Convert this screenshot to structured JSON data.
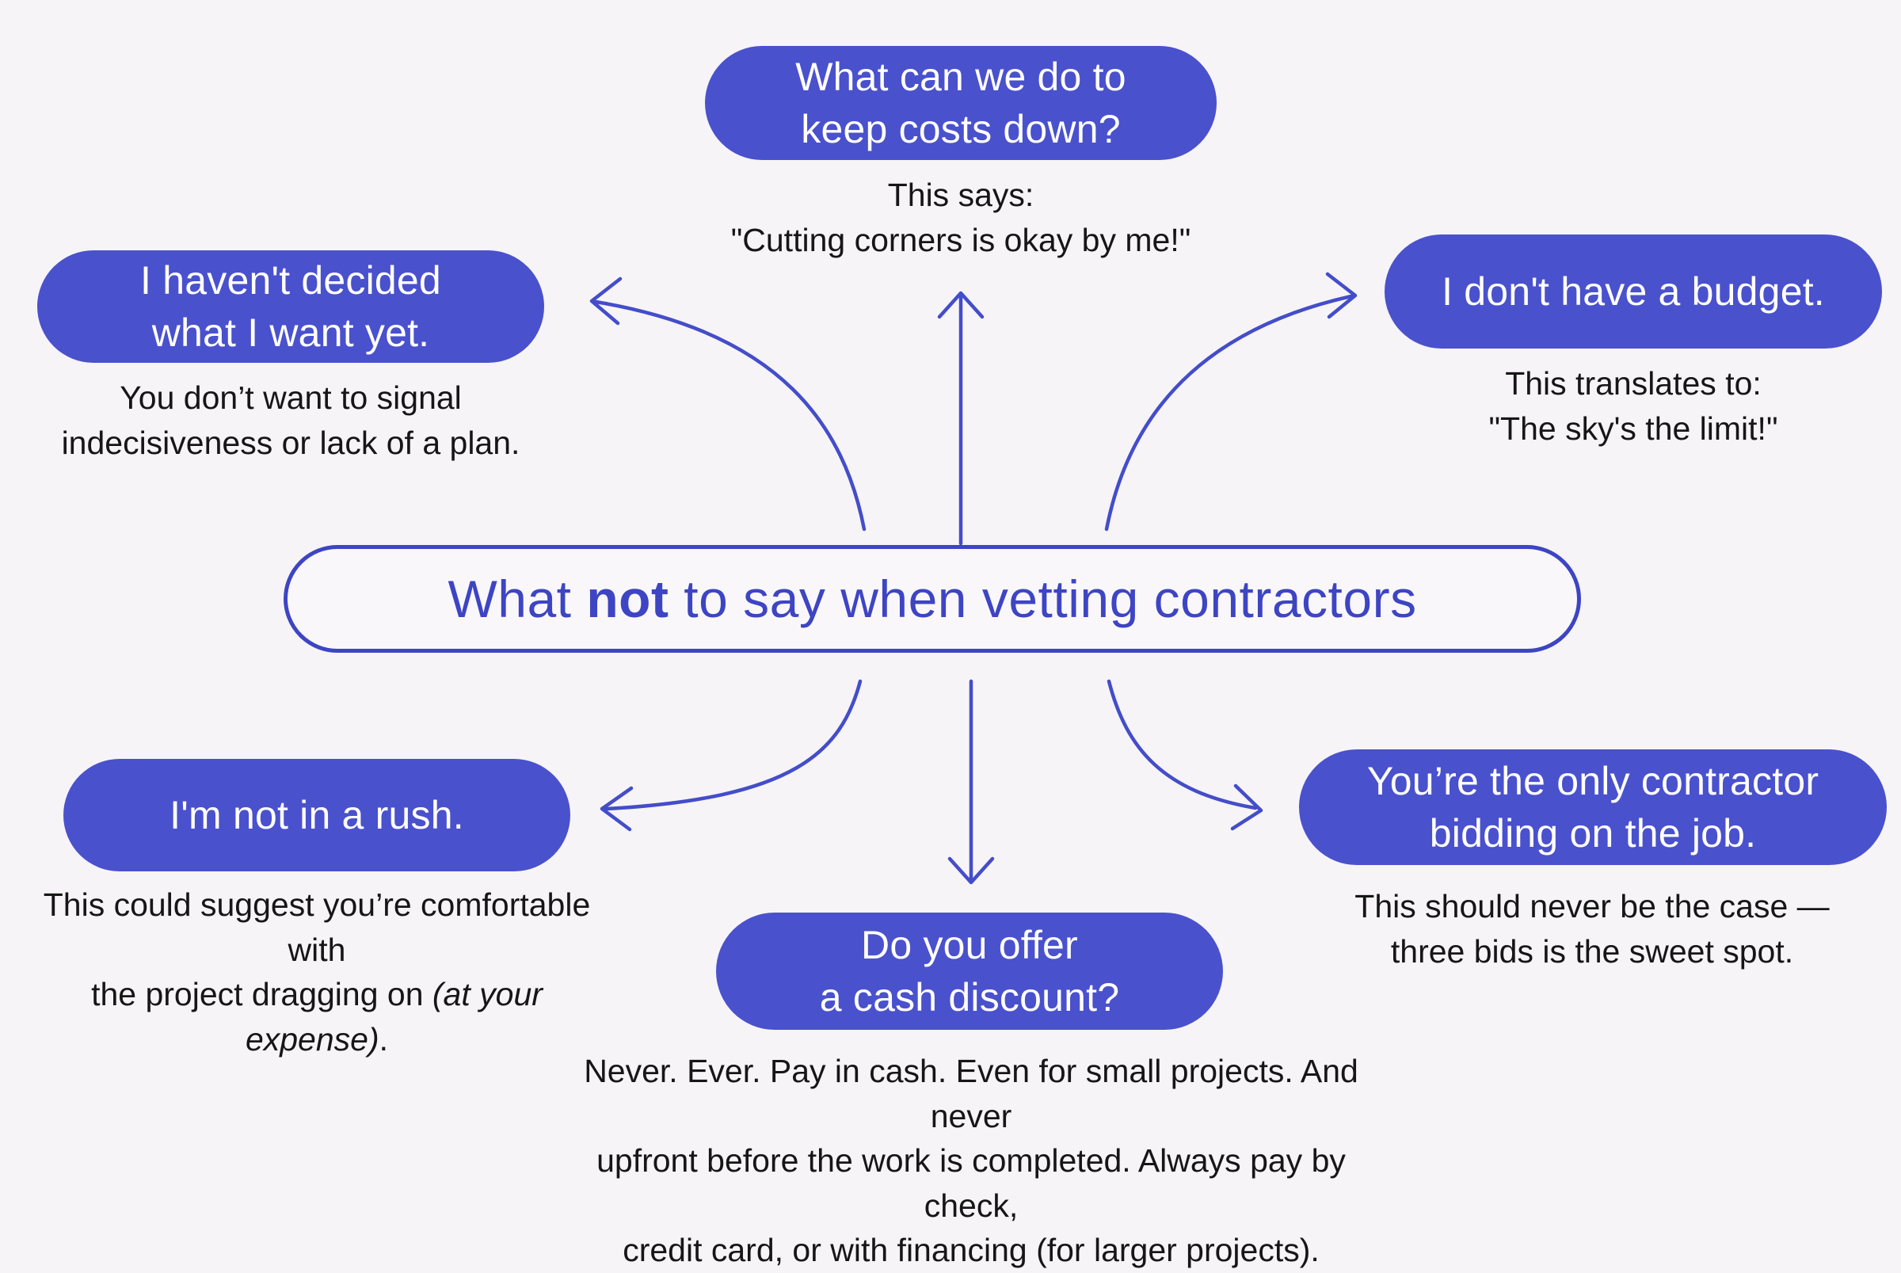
{
  "colors": {
    "background": "#f6f4f6",
    "pill_fill": "#4a51cd",
    "pill_text": "#ffffff",
    "outline_blue": "#3d45c3",
    "arrow_blue": "#444dc9",
    "caption_text": "#161616",
    "title_fill": "#faf7fb"
  },
  "title": {
    "part1": "What ",
    "bold": "not",
    "part2": " to say when vetting contractors"
  },
  "branches": {
    "top": {
      "pill": "What can we do to\nkeep costs down?",
      "caption": "This says:\n\"Cutting corners is okay by me!\""
    },
    "upper_left": {
      "pill": "I haven't decided\nwhat I want yet.",
      "caption": "You don’t want to signal\nindecisiveness or lack of a plan."
    },
    "upper_right": {
      "pill": "I don't have a budget.",
      "caption": "This translates to:\n\"The sky's the limit!\""
    },
    "lower_left": {
      "pill": "I'm not in a rush.",
      "caption_before": "This could suggest you’re comfortable with\nthe project dragging on ",
      "caption_italic": "(at your expense)",
      "caption_after": "."
    },
    "bottom": {
      "pill": "Do you offer\na cash discount?",
      "caption": "Never. Ever. Pay in cash. Even for small projects. And never\nupfront before the work is completed. Always pay by check,\ncredit card, or with financing (for larger projects)."
    },
    "lower_right": {
      "pill": "You’re the only contractor\nbidding on the job.",
      "caption": "This should never be the case —\nthree bids is the sweet spot."
    }
  }
}
